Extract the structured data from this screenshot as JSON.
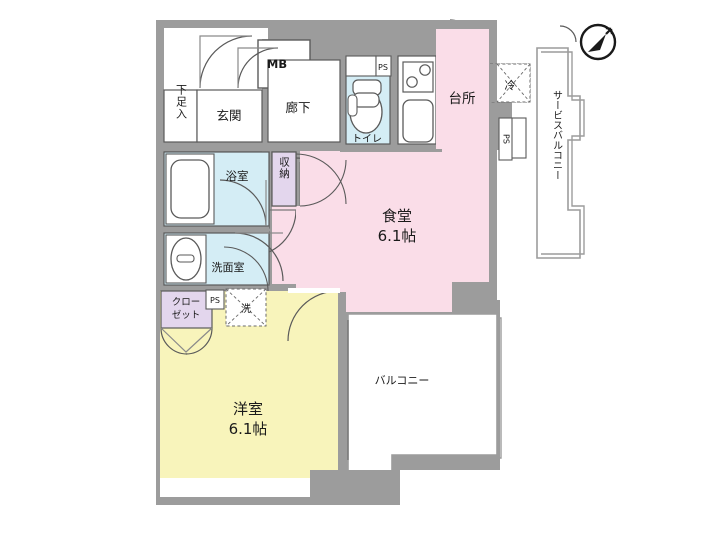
{
  "plan": {
    "title": "間取り図",
    "compass": "north-arrow",
    "colors": {
      "wall": "#9c9c9c",
      "wall_light": "#c9c9c9",
      "dining_pink": "#fadde8",
      "room_yellow": "#f8f4bb",
      "water_blue": "#d4edf5",
      "closet_purple": "#e3d6ed",
      "balcony_white": "#ffffff",
      "line": "#5a5a5a",
      "text": "#1a1a1a"
    },
    "rooms": [
      {
        "id": "shoe-cabinet",
        "name": "下足入",
        "vertical": true,
        "fill": "#ffffff"
      },
      {
        "id": "entrance",
        "name": "玄関",
        "vertical": false,
        "fill": "#ffffff"
      },
      {
        "id": "corridor",
        "name": "廊下",
        "vertical": false,
        "fill": "#ffffff"
      },
      {
        "id": "meter-box",
        "name": "MB",
        "vertical": false,
        "fill": "#ffffff"
      },
      {
        "id": "toilet",
        "name": "トイレ",
        "vertical": false,
        "fill": "#d4edf5"
      },
      {
        "id": "kitchen",
        "name": "台所",
        "vertical": false,
        "fill": "#fadde8"
      },
      {
        "id": "bathroom",
        "name": "浴室",
        "vertical": false,
        "fill": "#d4edf5"
      },
      {
        "id": "washroom",
        "name": "洗面室",
        "vertical": false,
        "fill": "#d4edf5"
      },
      {
        "id": "storage",
        "name": "収納",
        "vertical": true,
        "fill": "#e3d6ed"
      },
      {
        "id": "closet",
        "name": "クロー\nゼット",
        "vertical": false,
        "fill": "#e3d6ed"
      },
      {
        "id": "dining",
        "name": "食堂",
        "area": "6.1帖",
        "fill": "#fadde8"
      },
      {
        "id": "western-room",
        "name": "洋室",
        "area": "6.1帖",
        "fill": "#f8f4bb"
      },
      {
        "id": "balcony",
        "name": "バルコニー",
        "fill": "#ffffff"
      },
      {
        "id": "service-balcony",
        "name": "サービスバルコニー",
        "vertical": true,
        "fill": "#ffffff"
      }
    ],
    "markers": {
      "ps_kitchen": "PS",
      "ps_service": "PS",
      "ps_washroom": "PS",
      "washer": "洗",
      "fridge": "冷"
    },
    "fixtures": [
      {
        "id": "bathtub",
        "label": "bathtub"
      },
      {
        "id": "sink-basin",
        "label": "washbasin"
      },
      {
        "id": "toilet-bowl",
        "label": "toilet"
      },
      {
        "id": "kitchen-sink",
        "label": "sink"
      },
      {
        "id": "stove",
        "label": "2-burner-stove"
      }
    ]
  }
}
